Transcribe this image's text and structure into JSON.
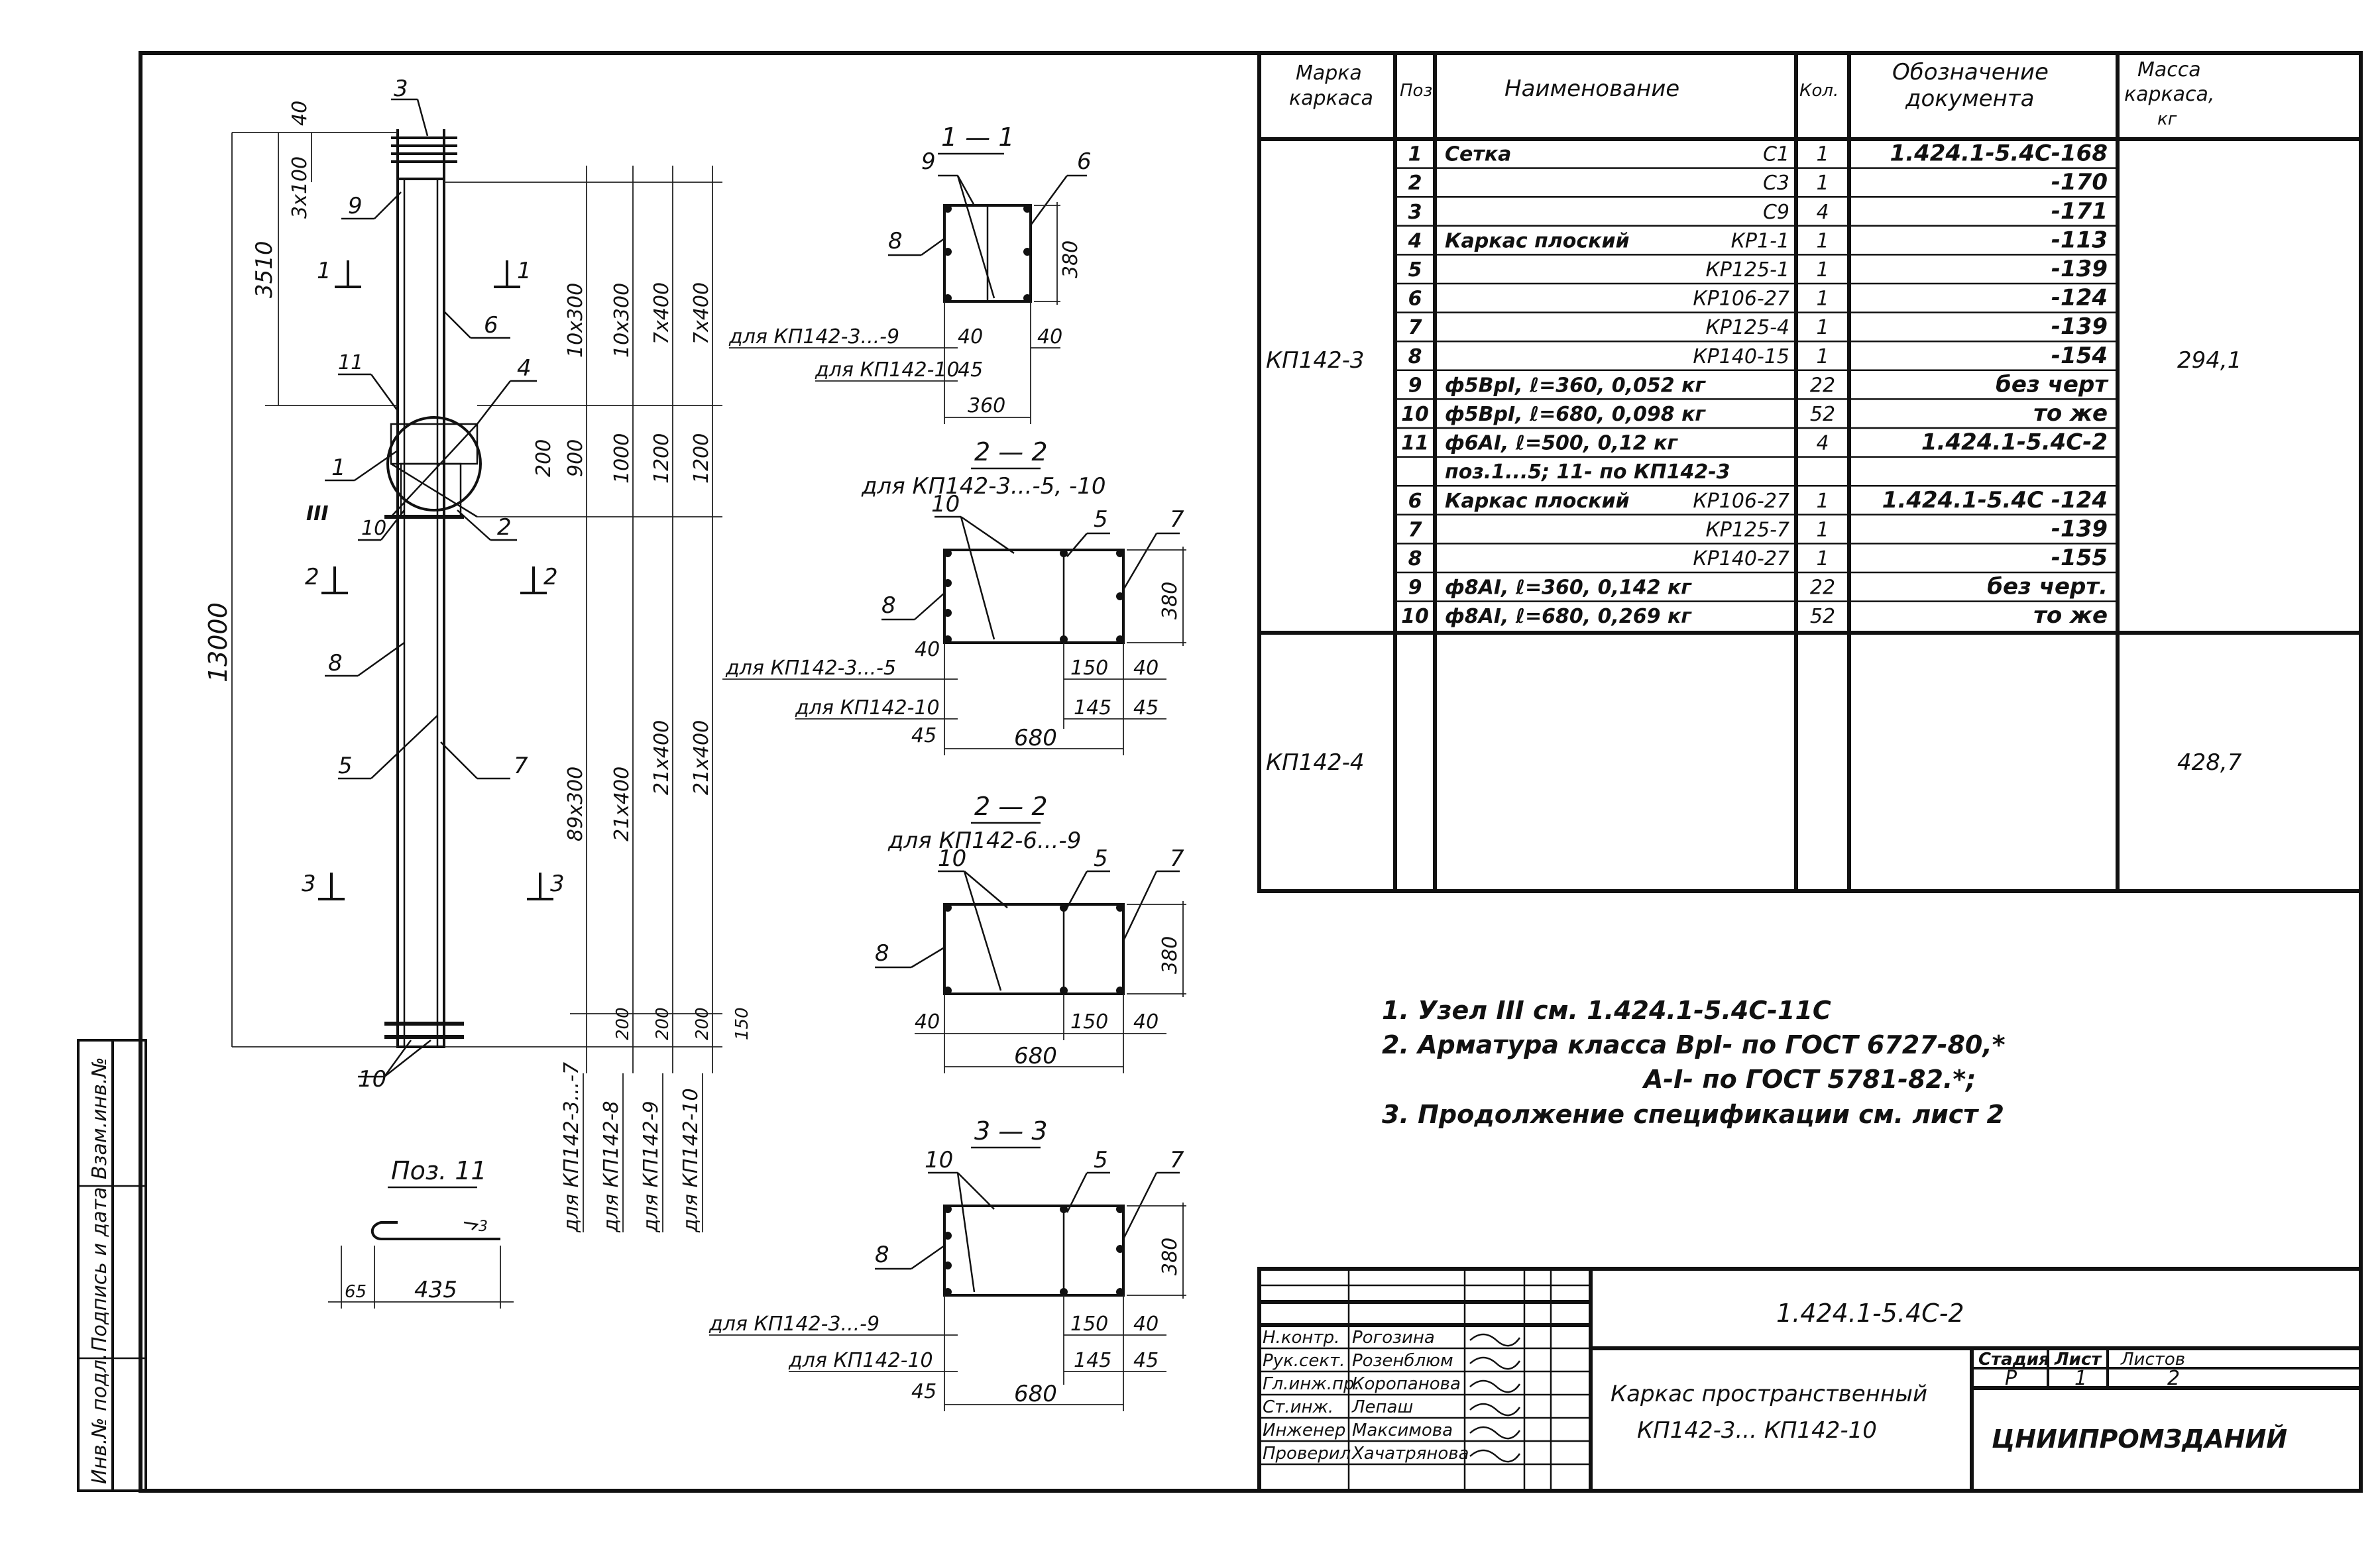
{
  "table": {
    "headers": {
      "marka": [
        "Марка",
        "каркаса"
      ],
      "poz": "Поз.",
      "name": "Наименование",
      "kol": "Кол.",
      "doc": [
        "Обозначение",
        "документа"
      ],
      "mass": [
        "Масса",
        "каркаса,",
        "кг"
      ]
    },
    "rows": [
      {
        "name": "Сетка",
        "mark": "С1",
        "pos": "1",
        "qty": "1",
        "doc": "1.424.1-5.4С-168"
      },
      {
        "name": "",
        "mark": "С3",
        "pos": "2",
        "qty": "1",
        "doc": "-170"
      },
      {
        "name": "",
        "mark": "С9",
        "pos": "3",
        "qty": "4",
        "doc": "-171"
      },
      {
        "name": "Каркас плоский",
        "mark": "КР1-1",
        "pos": "4",
        "qty": "1",
        "doc": "-113"
      },
      {
        "name": "",
        "mark": "КР125-1",
        "pos": "5",
        "qty": "1",
        "doc": "-139"
      },
      {
        "name": "",
        "mark": "КР106-27",
        "pos": "6",
        "qty": "1",
        "doc": "-124"
      },
      {
        "name": "",
        "mark": "КР125-4",
        "pos": "7",
        "qty": "1",
        "doc": "-139"
      },
      {
        "name": "",
        "mark": "КР140-15",
        "pos": "8",
        "qty": "1",
        "doc": "-154"
      },
      {
        "name": "ф5ВрI, ℓ=360, 0,052 кг",
        "mark": "",
        "pos": "9",
        "qty": "22",
        "doc": "без черт"
      },
      {
        "name": "ф5ВрI, ℓ=680, 0,098 кг",
        "mark": "",
        "pos": "10",
        "qty": "52",
        "doc": "то же"
      },
      {
        "name": "ф6АI, ℓ=500, 0,12 кг",
        "mark": "",
        "pos": "11",
        "qty": "4",
        "doc": "1.424.1-5.4С-2"
      },
      {
        "name": "поз.1...5; 11- по КП142-3",
        "mark": "",
        "pos": "",
        "qty": "",
        "doc": ""
      },
      {
        "name": "Каркас плоский",
        "mark": "КР106-27",
        "pos": "6",
        "qty": "1",
        "doc": "1.424.1-5.4С -124"
      },
      {
        "name": "",
        "mark": "КР125-7",
        "pos": "7",
        "qty": "1",
        "doc": "-139"
      },
      {
        "name": "",
        "mark": "КР140-27",
        "pos": "8",
        "qty": "1",
        "doc": "-155"
      },
      {
        "name": "ф8АI, ℓ=360, 0,142 кг",
        "mark": "",
        "pos": "9",
        "qty": "22",
        "doc": "без черт."
      },
      {
        "name": "ф8АI, ℓ=680, 0,269 кг",
        "mark": "",
        "pos": "10",
        "qty": "52",
        "doc": "то же"
      }
    ],
    "groups": [
      {
        "mark": "КП142-3",
        "mass": "294,1"
      },
      {
        "mark": "КП142-4",
        "mass": "428,7"
      }
    ]
  },
  "notes": [
    "1. Узел III см. 1.424.1-5.4С-11С",
    "2. Арматура класса ВрI- по ГОСТ 6727-80,*",
    "А-I- по ГОСТ 5781-82.*;",
    "3. Продолжение спецификации см. лист 2"
  ],
  "stamp": {
    "code": "1.424.1-5.4С-2",
    "title": [
      "Каркас пространственный",
      "КП142-3... КП142-10"
    ],
    "stage_label": "Стадия",
    "sheet_label": "Лист",
    "sheets_label": "Листов",
    "stage": "Р",
    "sheet": "1",
    "sheets": "2",
    "org": "ЦНИИПРОМЗДАНИЙ",
    "signers": [
      {
        "role": "Н.контр.",
        "name": "Рогозина"
      },
      {
        "role": "Рук.сект.",
        "name": "Розенблюм"
      },
      {
        "role": "Гл.инж.пр.",
        "name": "Коропанова"
      },
      {
        "role": "Ст.инж.",
        "name": "Лепаш"
      },
      {
        "role": "Инженер",
        "name": "Максимова"
      },
      {
        "role": "Проверил",
        "name": "Хачатрянова"
      }
    ]
  },
  "side_stamp": [
    "Инв.№ подл.",
    "Подпись и дата",
    "Взам.инв.№"
  ],
  "elevation": {
    "total": "13000",
    "top40": "40",
    "top3x100": "3x100",
    "d3510": "3510",
    "d200": "200",
    "spacing": [
      "10x300",
      "10x300",
      "7x400",
      "7x400"
    ],
    "zone": [
      "900",
      "1000",
      "1200",
      "1200"
    ],
    "lower": [
      "89x300",
      "21x400",
      "21x400",
      "21x400"
    ],
    "bottom": [
      "200",
      "200",
      "200",
      "150"
    ],
    "variants": [
      "для КП142-3...-7",
      "для КП142-8",
      "для КП142-9",
      "для КП142-10"
    ],
    "callouts": [
      "3",
      "9",
      "6",
      "4",
      "11",
      "1",
      "III",
      "10",
      "2",
      "8",
      "5",
      "7",
      "10"
    ],
    "sections": [
      "1",
      "1",
      "2",
      "2",
      "3",
      "3"
    ]
  },
  "sec11": {
    "title": "1 — 1",
    "c9": "9",
    "c6": "6",
    "c8": "8",
    "h": "380",
    "a": "для КП142-3...-9",
    "b": "для КП142-10",
    "d40": "40",
    "d40r": "40",
    "d45": "45",
    "w": "360"
  },
  "sec22a": {
    "title": "2 — 2",
    "sub": "для КП142-3...-5, -10",
    "c10": "10",
    "c5": "5",
    "c7": "7",
    "c8": "8",
    "h": "380",
    "a": "для КП142-3...-5",
    "b": "для КП142-10",
    "d40": "40",
    "d150": "150",
    "d40r": "40",
    "d145": "145",
    "d45r": "45",
    "d45": "45",
    "w": "680"
  },
  "sec22b": {
    "title": "2 — 2",
    "sub": "для КП142-6...-9",
    "c10": "10",
    "c5": "5",
    "c7": "7",
    "c8": "8",
    "h": "380",
    "d40": "40",
    "d150": "150",
    "d40r": "40",
    "w": "680"
  },
  "sec33": {
    "title": "3 — 3",
    "c10": "10",
    "c5": "5",
    "c7": "7",
    "c8": "8",
    "h": "380",
    "a": "для КП142-3...-9",
    "b": "для КП142-10",
    "d150": "150",
    "d40r": "40",
    "d145": "145",
    "d45r": "45",
    "d45": "45",
    "w": "680"
  },
  "poz11": {
    "title": "Поз. 11",
    "d65": "65",
    "d435": "435",
    "note": "3"
  }
}
